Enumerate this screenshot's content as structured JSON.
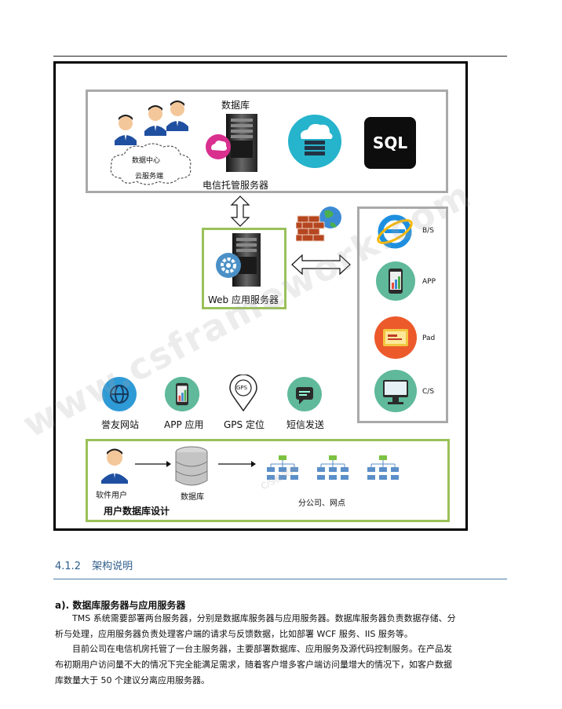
{
  "figure": {
    "top_group": {
      "title": "数据库",
      "cloud_line1": "数据中心",
      "cloud_line2": "云服务端",
      "server_label": "电信托管服务器",
      "sql_badge": "SQL"
    },
    "web_server_label": "Web 应用服务器",
    "clients": [
      {
        "label": "B/S",
        "icon": "ie-browser-icon"
      },
      {
        "label": "APP",
        "icon": "phone-chart-icon"
      },
      {
        "label": "Pad",
        "icon": "tablet-icon"
      },
      {
        "label": "C/S",
        "icon": "monitor-icon"
      }
    ],
    "services": [
      {
        "label": "誉友网站",
        "icon": "globe-icon"
      },
      {
        "label": "APP 应用",
        "icon": "phone-chart-icon"
      },
      {
        "label": "GPS 定位",
        "icon": "gps-pin-icon"
      },
      {
        "label": "短信发送",
        "icon": "message-icon"
      }
    ],
    "gps_badge": "GPS",
    "bottom_group": {
      "user_label": "软件用户",
      "db_label": "数据库",
      "branches_label": "分公司、网点",
      "caption": "用户数据库设计"
    }
  },
  "section": {
    "number": "4.1.2",
    "title": "架构说明"
  },
  "subsection": {
    "title": "a). 数据库服务器与应用服务器"
  },
  "paragraphs": {
    "p1_line1": "TMS 系统需要部署两台服务器，分别是数据库服务器与应用服务器。数据库服务器负责数据存储、分",
    "p1_line2": "析与处理，应用服务器负责处理客户端的请求与反馈数据，比如部署 WCF 服务、IIS 服务等。",
    "p2_line1": "目前公司在电信机房托管了一台主服务器，主要部署数据库、应用服务及源代码控制服务。在产品发",
    "p2_line2": "布初期用户访问量不大的情况下完全能满足需求，随着客户增多客户端访问量增大的情况下，如客户数据",
    "p2_line3": "库数量大于 50 个建议分离应用服务器。"
  },
  "watermark": "www.csframework.com",
  "watermark_small": "C/S框架网",
  "colors": {
    "gray_border": "#a9a9a9",
    "green_border": "#9ac15a",
    "heading_blue": "#2e5d8a"
  }
}
